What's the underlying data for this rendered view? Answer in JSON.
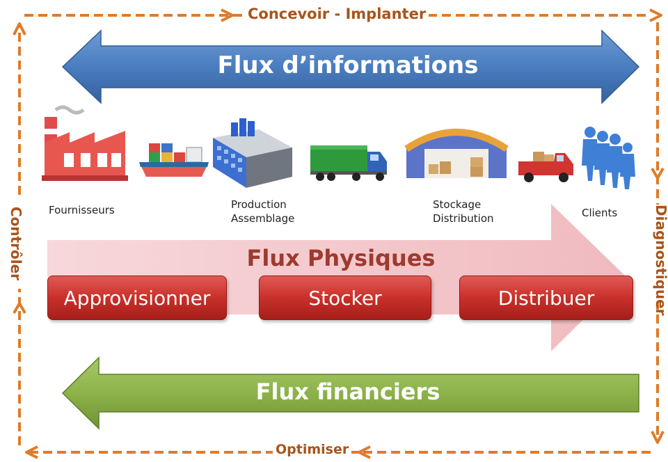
{
  "cycle": {
    "top": "Concevoir - Implanter",
    "right": "Diagnostiquer",
    "bottom": "Optimiser",
    "left": "Contrôler"
  },
  "flows": {
    "information": "Flux d’informations",
    "physical": "Flux Physiques",
    "financial": "Flux financiers"
  },
  "stages": {
    "suppliers": "Fournisseurs",
    "production": [
      "Production",
      "Assemblage"
    ],
    "storage": [
      "Stockage",
      "Distribution"
    ],
    "clients": "Clients"
  },
  "actions": [
    "Approvisionner",
    "Stocker",
    "Distribuer"
  ],
  "icons": [
    "factory-icon",
    "cargo-ship-icon",
    "assembly-building-icon",
    "container-truck-icon",
    "warehouse-icon",
    "pickup-truck-icon",
    "customers-icon"
  ],
  "colors": {
    "cycle": "#e07b27",
    "information": "#4a7dbf",
    "physical": "#f2c4c8",
    "financial": "#8db24a",
    "action": "#c9302a"
  }
}
